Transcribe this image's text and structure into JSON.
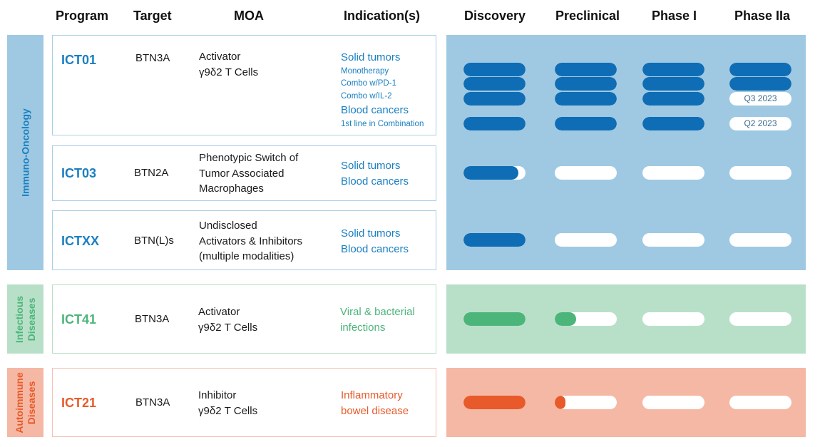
{
  "headers": {
    "program": "Program",
    "target": "Target",
    "moa": "MOA",
    "indications": "Indication(s)",
    "phases": [
      "Discovery",
      "Preclinical",
      "Phase I",
      "Phase IIa"
    ]
  },
  "sections": {
    "immuno": "Immuno-Oncology",
    "infectious": [
      "Infectious",
      "Diseases"
    ],
    "autoimmune": [
      "Autoimmune",
      "Diseases"
    ]
  },
  "colors": {
    "io_panel": "#9fc9e2",
    "io_bar": "#0e6db4",
    "io_text": "#1a7fc1",
    "inf_panel": "#b8e0c8",
    "inf_bar": "#4cb57a",
    "auto_panel": "#f5b8a4",
    "auto_bar": "#e85a2a"
  },
  "programs": [
    {
      "name": "ICT01",
      "target": "BTN3A",
      "moa": [
        "Activator",
        "γ9δ2 T Cells"
      ],
      "indications": [
        {
          "text": "Solid tumors",
          "size": "big"
        },
        {
          "text": "Monotherapy",
          "size": "small"
        },
        {
          "text": "Combo w/PD-1",
          "size": "small"
        },
        {
          "text": "Combo w/IL-2",
          "size": "small"
        },
        {
          "text": "Blood cancers",
          "size": "big"
        },
        {
          "text": "1st line in Combination",
          "size": "small"
        }
      ],
      "pipeline_rows": [
        {
          "progress": [
            1,
            1,
            1,
            1
          ],
          "label": ""
        },
        {
          "progress": [
            1,
            1,
            1,
            1
          ],
          "label": ""
        },
        {
          "progress": [
            1,
            1,
            1,
            0
          ],
          "label": "Q3 2023"
        },
        {
          "progress": [
            1,
            1,
            1,
            0
          ],
          "label": "Q2 2023"
        }
      ]
    },
    {
      "name": "ICT03",
      "target": "BTN2A",
      "moa": [
        "Phenotypic Switch of",
        "Tumor Associated",
        "Macrophages"
      ],
      "indications": [
        {
          "text": "Solid tumors",
          "size": "big"
        },
        {
          "text": "Blood cancers",
          "size": "big"
        }
      ],
      "pipeline_rows": [
        {
          "progress": [
            0.88,
            0,
            0,
            0
          ],
          "label": ""
        }
      ]
    },
    {
      "name": "ICTXX",
      "target": "BTN(L)s",
      "moa": [
        "Undisclosed",
        "Activators & Inhibitors",
        "(multiple modalities)"
      ],
      "indications": [
        {
          "text": "Solid tumors",
          "size": "big"
        },
        {
          "text": "Blood cancers",
          "size": "big"
        }
      ],
      "pipeline_rows": [
        {
          "progress": [
            1,
            0,
            0,
            0
          ],
          "label": ""
        }
      ]
    },
    {
      "name": "ICT41",
      "target": "BTN3A",
      "moa": [
        "Activator",
        "γ9δ2 T Cells"
      ],
      "indications": [
        {
          "text": "Viral & bacterial",
          "size": "big"
        },
        {
          "text": "infections",
          "size": "big"
        }
      ],
      "pipeline_rows": [
        {
          "progress": [
            1,
            0.35,
            0,
            0
          ],
          "label": ""
        }
      ]
    },
    {
      "name": "ICT21",
      "target": "BTN3A",
      "moa": [
        "Inhibitor",
        "γ9δ2 T Cells"
      ],
      "indications": [
        {
          "text": "Inflammatory",
          "size": "big"
        },
        {
          "text": "bowel disease",
          "size": "big"
        }
      ],
      "pipeline_rows": [
        {
          "progress": [
            1,
            0.17,
            0,
            0
          ],
          "label": ""
        }
      ]
    }
  ]
}
